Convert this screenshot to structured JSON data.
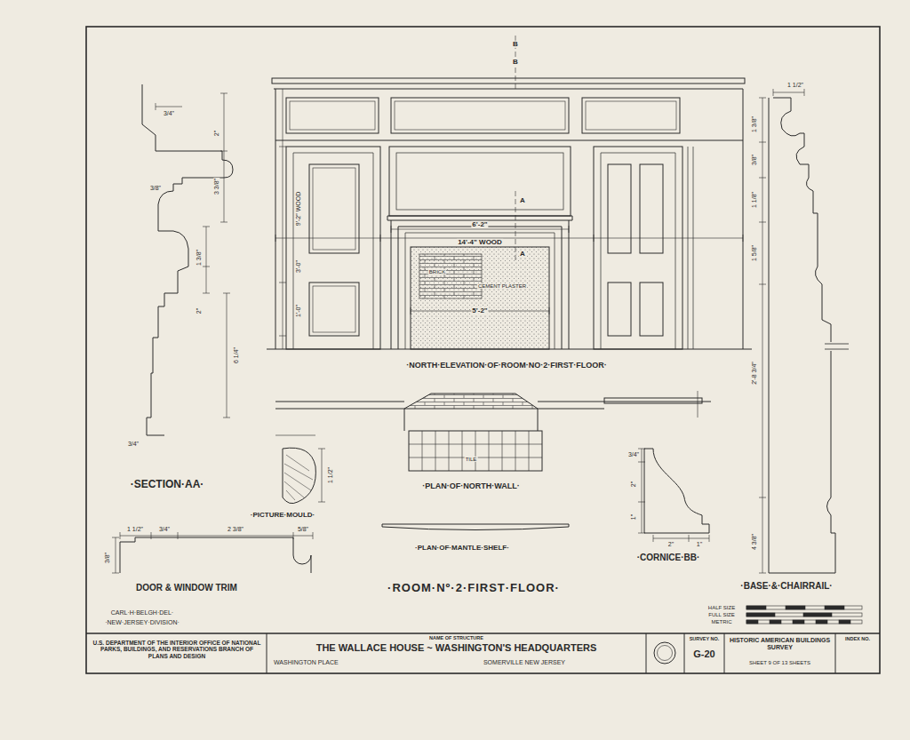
{
  "diagram": {
    "title": "·ROOM·Nº·2·FIRST·FLOOR·",
    "nodes": [
      {
        "text": [
          "U.S. DEPARTMENT OF THE INTERIOR OFFICE OF NATIONAL PARKS, BUILDINGS, AND RESERVATIONS BRANCH OF PLANS AND DESIGN"
        ]
      },
      {
        "text": [
          "NAME OF STRUCTURE",
          "THE WALLACE HOUSE ~ WASHINGTON'S HEADQUARTERS",
          "WASHINGTON PLACE",
          "SOMERVILLE NEW JERSEY"
        ]
      },
      {
        "text": [
          "SURVEY NO.",
          "G-20"
        ]
      },
      {
        "text": [
          "HISTORIC AMERICAN BUILDINGS SURVEY",
          "SHEET 9 OF 13 SHEETS"
        ]
      },
      {
        "text": [
          "INDEX NO."
        ]
      }
    ],
    "labels": [
      "·NORTH·ELEVATION·OF·ROOM·NO·2·FIRST·FLOOR·",
      "·SECTION·AA·",
      "·PLAN·OF·NORTH·WALL·",
      "·PICTURE·MOULD·",
      "·PLAN·OF·MANTLE·SHELF·",
      "·CORNICE·BB·",
      "DOOR & WINDOW TRIM",
      "·BASE·&·CHAIRRAIL·",
      "CARL·H·BELGH·DEL·",
      "·NEW·JERSEY·DIVISION·",
      "6'-2\"",
      "14'-4\" WOOD",
      "5'-2\"",
      "BRICK",
      "CEMENT PLASTER",
      "TILE",
      "9'-2\" WOOD",
      "3'-0\"",
      "1'-0\"",
      "A",
      "A",
      "B",
      "B",
      "3/4\"",
      "2\"",
      "3 3/8\"",
      "3/8\"",
      "1 3/8\"",
      "2\"",
      "6 1/4\"",
      "3/4\"",
      "1 1/2\"",
      "1 3/8\"",
      "3/8\"",
      "1 1/8\"",
      "1 5/8\"",
      "2'-8 3/4\"",
      "4 3/8\"",
      "1 1/2\"",
      "1 1/2\"",
      "3/4\"",
      "2 3/8\"",
      "5/8\"",
      "3/8\"",
      "3/4\"",
      "2\"",
      "1\"",
      "2\"",
      "1\"",
      "HALF SIZE",
      "FULL SIZE",
      "METRIC"
    ]
  }
}
